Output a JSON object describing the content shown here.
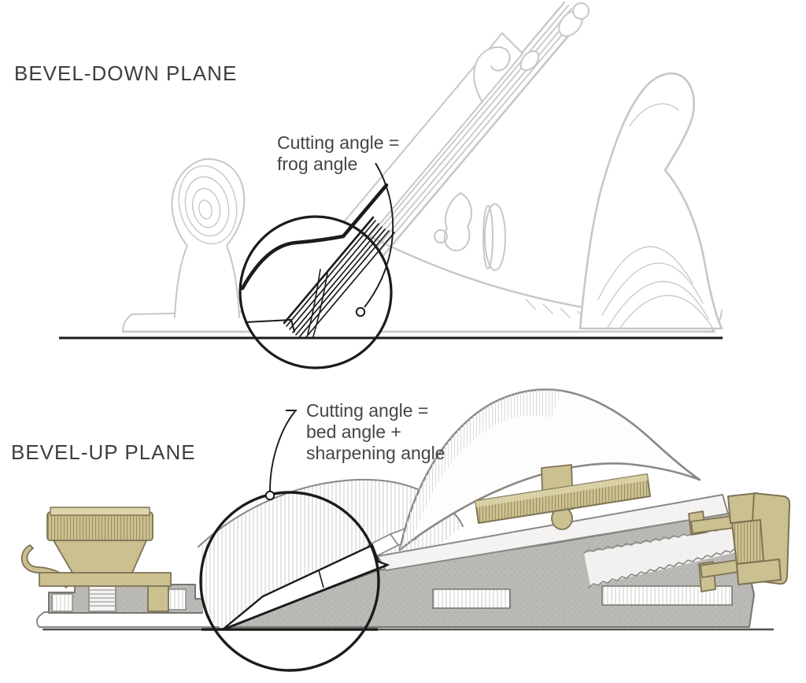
{
  "top_section": {
    "title": "BEVEL-DOWN PLANE",
    "annotation_lines": [
      "Cutting angle =",
      "frog angle"
    ]
  },
  "bottom_section": {
    "title": "BEVEL-UP PLANE",
    "annotation_lines": [
      "Cutting angle =",
      "bed angle +",
      "sharpening angle"
    ]
  },
  "colors": {
    "background": "#ffffff",
    "line_art_gray": "#c7c7c7",
    "emphasis_black": "#1b1b1b",
    "text_gray": "#3e3e3e",
    "brass_khaki": "#cbc08f",
    "brass_outline": "#7e7355",
    "body_gray": "#bcbab6",
    "body_outline": "#77756f"
  }
}
